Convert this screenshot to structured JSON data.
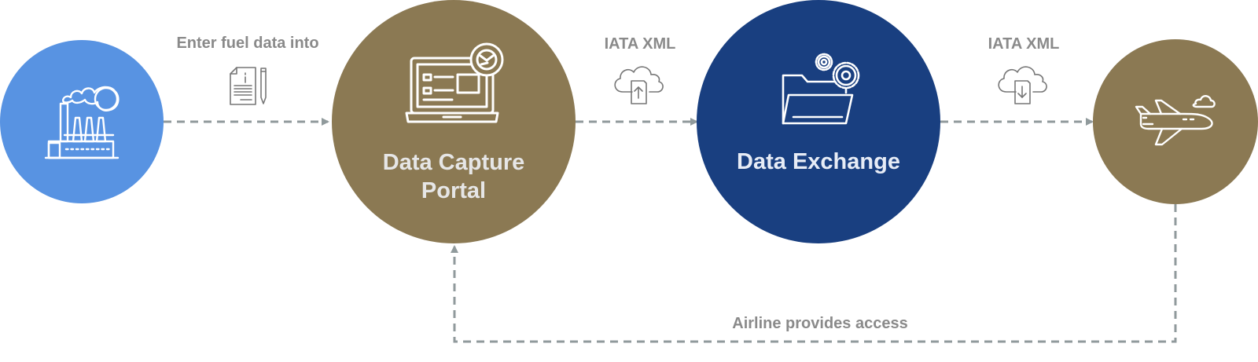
{
  "colors": {
    "factory": "#5893e2",
    "portal": "#8b7953",
    "exchange": "#193f80",
    "airline": "#8b7953",
    "connector": "#909a9c",
    "edge_text": "#8a8a8a",
    "node_text": "#e6e6e6",
    "icon_white": "#ffffff",
    "icon_gray": "#777777"
  },
  "nodes": [
    {
      "id": "factory",
      "icon": "factory-icon"
    },
    {
      "id": "portal",
      "icon": "laptop-icon",
      "label_lines": [
        "Data Capture",
        "Portal"
      ]
    },
    {
      "id": "exchange",
      "icon": "folder-gears-icon",
      "label_lines": [
        "Data Exchange"
      ]
    },
    {
      "id": "airline",
      "icon": "airplane-icon"
    }
  ],
  "edges": [
    {
      "from": "factory",
      "to": "portal",
      "label": "Enter fuel data into",
      "icon": "document-pencil-icon"
    },
    {
      "from": "portal",
      "to": "exchange",
      "label": "IATA XML",
      "icon": "cloud-upload-icon"
    },
    {
      "from": "exchange",
      "to": "airline",
      "label": "IATA XML",
      "icon": "cloud-download-icon"
    },
    {
      "from": "airline",
      "to": "portal",
      "label": "Airline provides access"
    }
  ]
}
